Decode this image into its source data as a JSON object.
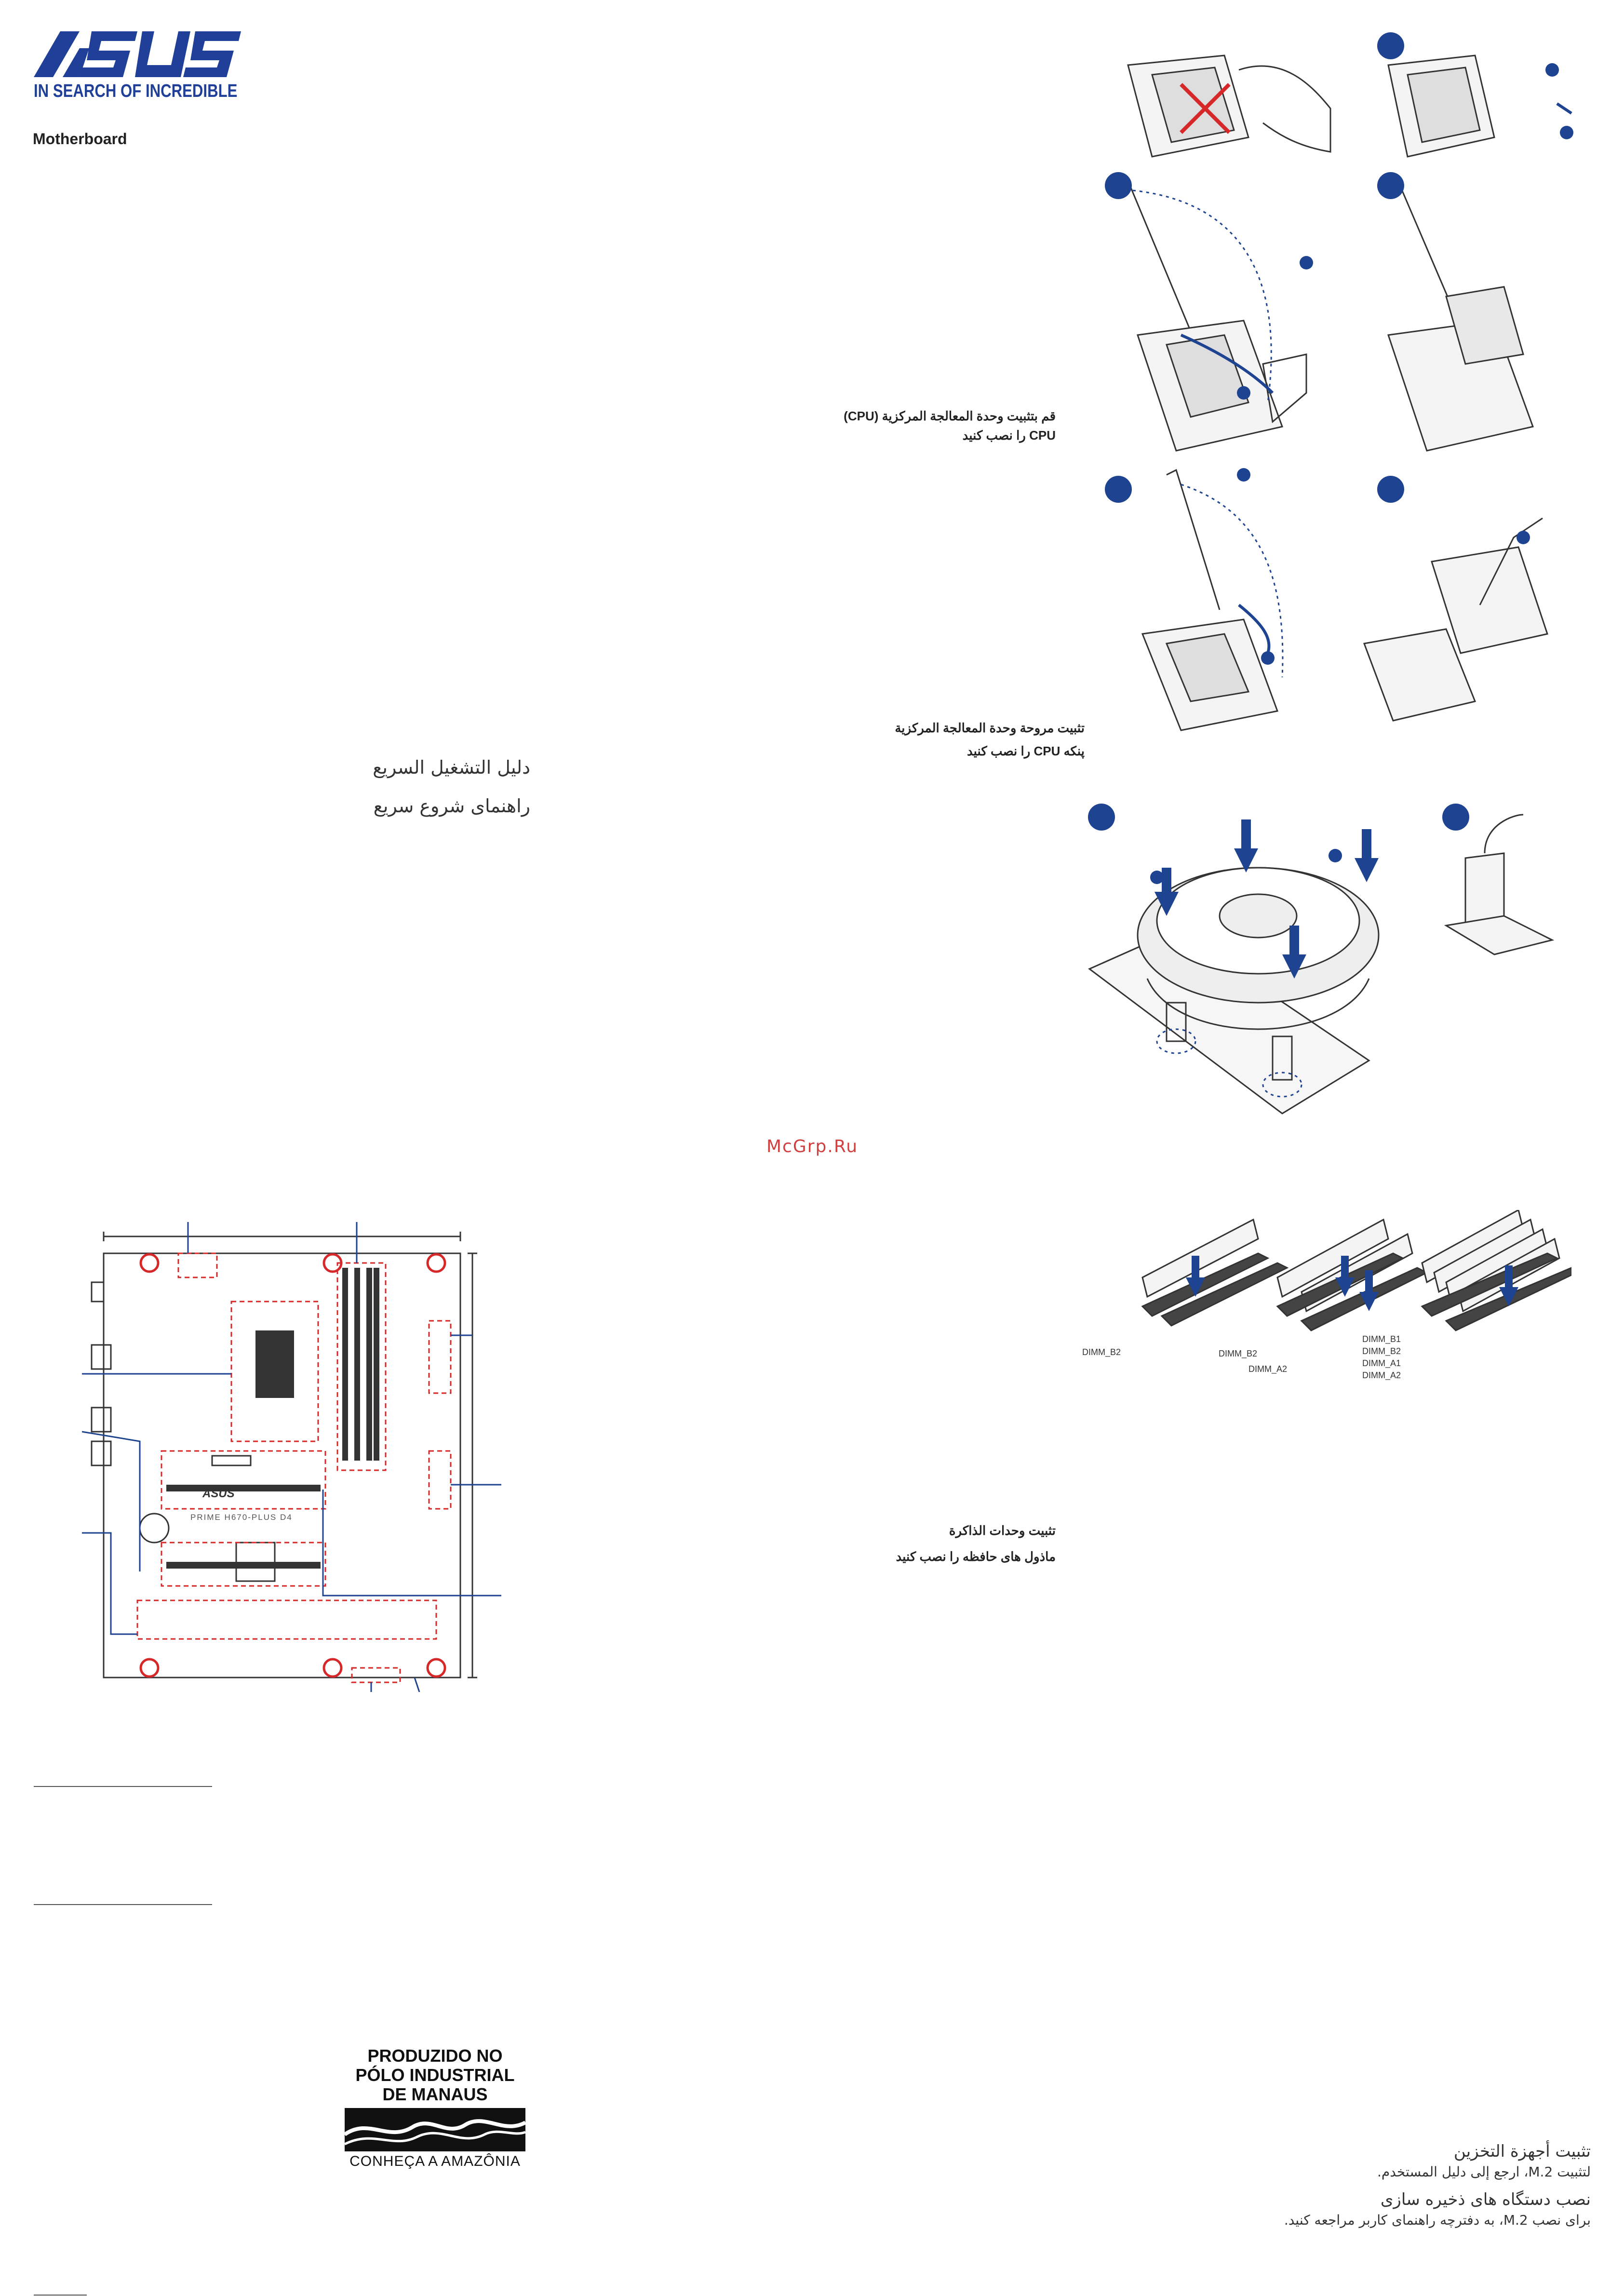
{
  "header": {
    "brand": "ASUS",
    "tagline": "IN SEARCH OF INCREDIBLE",
    "product_label": "Motherboard"
  },
  "guide_titles": {
    "arabic": "دليل التشغيل السريع",
    "persian": "راهنمای شروع سریع"
  },
  "sections": {
    "cpu": {
      "ar": "قم بتثبيت وحدة المعالجة المركزية (CPU)",
      "fa": "CPU را نصب كنيد"
    },
    "cpu_fan": {
      "ar": "تثبيت مروحة وحدة المعالجة المركزية",
      "fa": "پنكه CPU را نصب كنيد"
    },
    "memory": {
      "ar": "تثبيت وحدات الذاكرة",
      "fa": "ماذول های حافظه را نصب كنيد"
    },
    "storage": {
      "ar_title": "تثبيت أجهزة التخزين",
      "ar_note": "لتثبيت M.2، ارجع إلى دليل المستخدم.",
      "fa_title": "نصب دستگاه های ذخیره سازی",
      "fa_note": "برای نصب M.2، به دفترچه راهنمای کاربر مراجعه کنید."
    }
  },
  "dimm_labels": {
    "one": [
      "DIMM_B2"
    ],
    "two": [
      "DIMM_B2",
      "DIMM_A2"
    ],
    "four": [
      "DIMM_B1",
      "DIMM_B2",
      "DIMM_A1",
      "DIMM_A2"
    ]
  },
  "board": {
    "brand": "ASUS",
    "model": "PRIME H670-PLUS D4"
  },
  "watermark": "McGrp.Ru",
  "seal": {
    "line1": "PRODUZIDO NO",
    "line2": "PÓLO INDUSTRIAL",
    "line3": "DE MANAUS",
    "tagline": "CONHEÇA A AMAZÔNIA"
  },
  "colors": {
    "brand_blue": "#1f3f99",
    "step_blue": "#1d4391",
    "highlight_red": "#d62828"
  }
}
